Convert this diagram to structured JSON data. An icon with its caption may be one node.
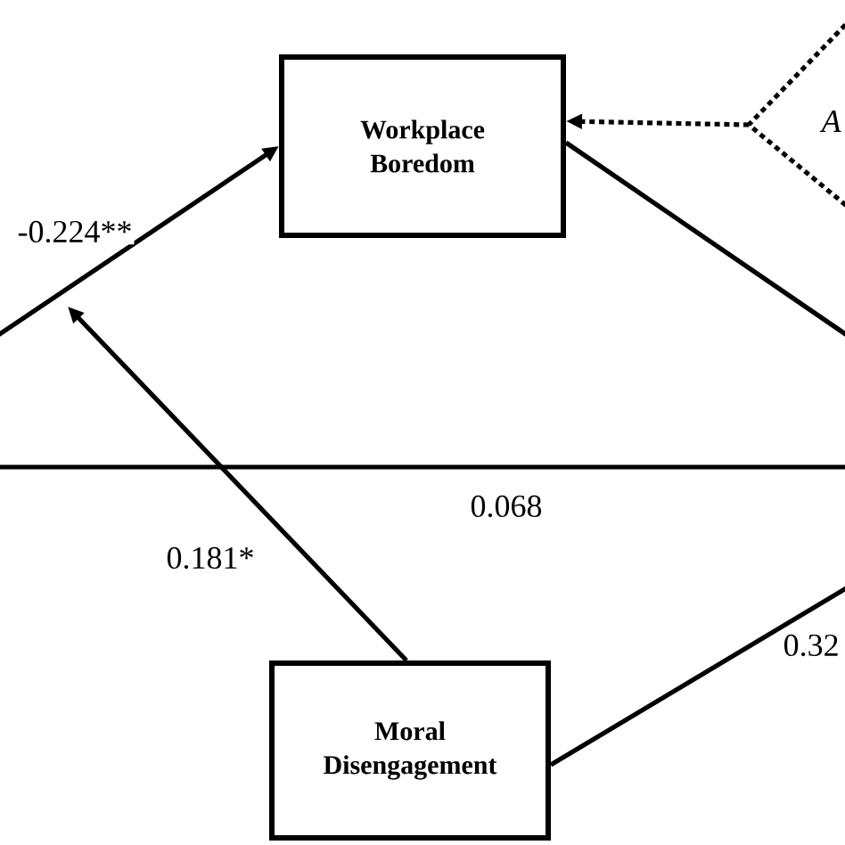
{
  "diagram": {
    "nodes": [
      {
        "text": [
          "Workplace Boredom"
        ]
      },
      {
        "text": [
          "Moral Disengagement"
        ]
      }
    ],
    "edges": [
      {
        "from": null,
        "to": 0,
        "arrow": "to",
        "label": "-0.224**"
      },
      {
        "from": 1,
        "to": null,
        "arrow": "to",
        "label": "0.181*"
      },
      {
        "from": 0,
        "to": null,
        "arrow": "none"
      },
      {
        "from": 1,
        "to": null,
        "arrow": "none",
        "label": "0.32"
      },
      {
        "from": null,
        "to": 0,
        "arrow": "to",
        "style": "dashed"
      }
    ],
    "labels": [
      "A",
      "0.068"
    ]
  }
}
